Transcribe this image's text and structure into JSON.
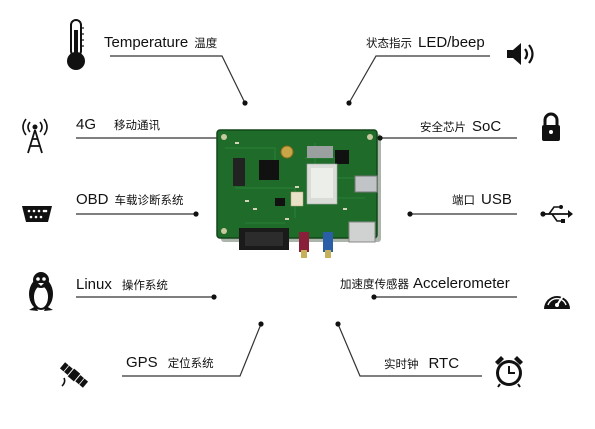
{
  "features": {
    "temperature": {
      "en": "Temperature",
      "zh": "温度",
      "icon": "thermometer-icon"
    },
    "led": {
      "zh": "状态指示",
      "en": "LED/beep",
      "icon": "speaker-icon"
    },
    "fourg": {
      "en": "4G",
      "zh": "移动通讯",
      "icon": "antenna-icon"
    },
    "soc": {
      "zh": "安全芯片",
      "en": "SoC",
      "icon": "lock-icon"
    },
    "obd": {
      "en": "OBD",
      "zh": "车载诊断系统",
      "icon": "obd-connector-icon"
    },
    "usb": {
      "zh": "端口",
      "en": "USB",
      "icon": "usb-icon"
    },
    "linux": {
      "en": "Linux",
      "zh": "操作系统",
      "icon": "penguin-icon"
    },
    "accel": {
      "zh": "加速度传感器",
      "en": "Accelerometer",
      "icon": "gauge-icon"
    },
    "gps": {
      "en": "GPS",
      "zh": "定位系统",
      "icon": "satellite-icon"
    },
    "rtc": {
      "zh": "实时钟",
      "en": "RTC",
      "icon": "alarm-clock-icon"
    }
  }
}
